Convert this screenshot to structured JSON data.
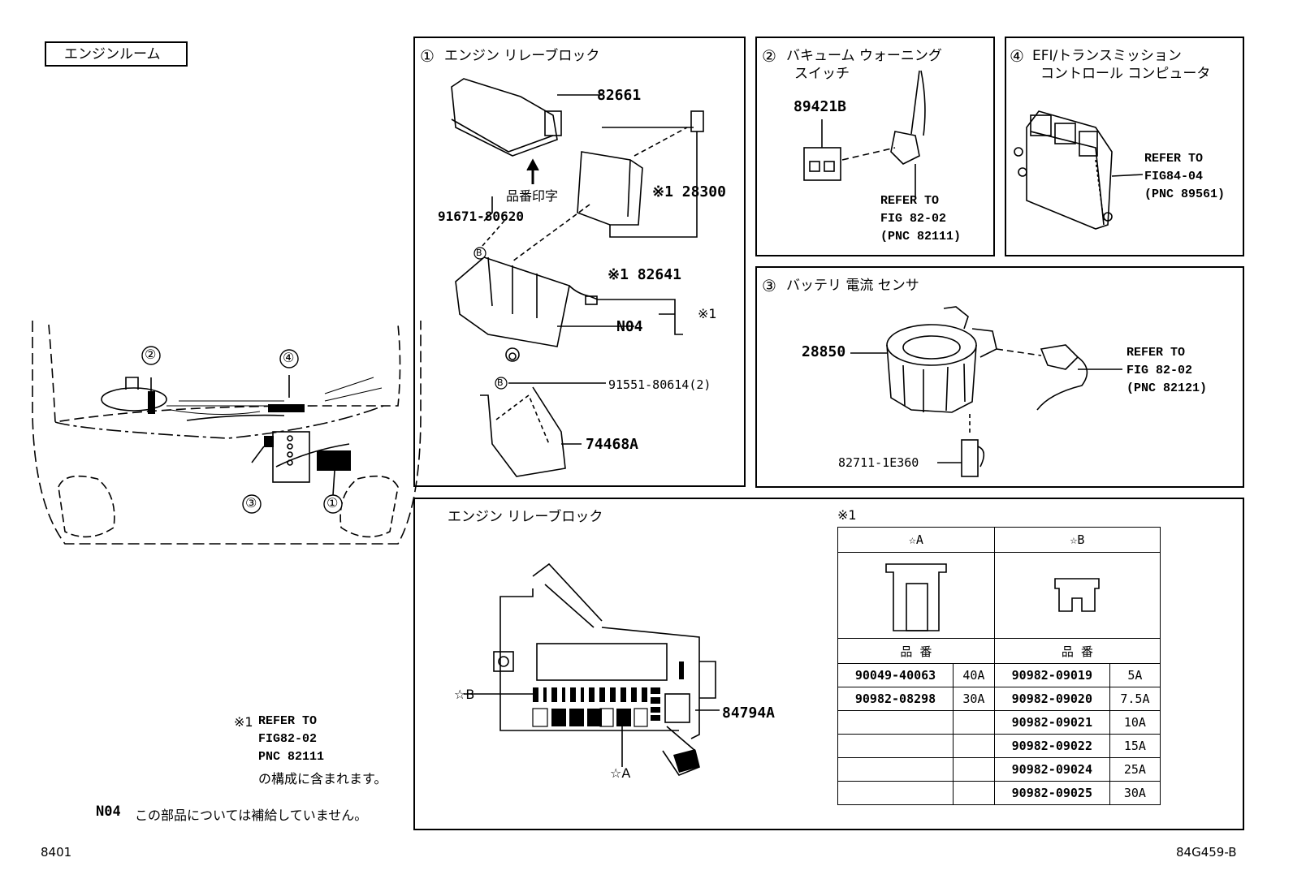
{
  "header_label": "エンジンルーム",
  "footer": {
    "left": "8401",
    "right": "84G459-B"
  },
  "callout_numbers": {
    "n1": "①",
    "n2": "②",
    "n3": "③",
    "n4": "④"
  },
  "panel1": {
    "num": "①",
    "title": "エンジン リレーブロック",
    "labels": {
      "p82661": "82661",
      "print_mark": "品番印字",
      "p28300": "※1 28300",
      "p91671": "91671-80620",
      "p82641": "※1 82641",
      "n04": "N04",
      "mark1": "※1",
      "p91551": "91551-80614(2)",
      "p74468": "74468A",
      "b1": "B",
      "b2": "B"
    }
  },
  "panel2": {
    "num": "②",
    "title_line1": "バキューム ウォーニング",
    "title_line2": "スイッチ",
    "p89421": "89421B",
    "ref": "REFER TO\nFIG 82-02\n(PNC 82111)"
  },
  "panel4": {
    "num": "④",
    "title_line1": "EFI/トランスミッション",
    "title_line2": "コントロール コンピュータ",
    "ref": "REFER TO\nFIG84-04\n(PNC 89561)"
  },
  "panel3": {
    "num": "③",
    "title": "バッテリ 電流 センサ",
    "p28850": "28850",
    "p82711": "82711-1E360",
    "ref": "REFER TO\nFIG 82-02\n(PNC 82121)"
  },
  "panel5": {
    "title": "エンジン リレーブロック",
    "p84794": "84794A",
    "starB": "☆B",
    "starA": "☆A",
    "table_mark": "※1",
    "col_a": "☆A",
    "col_b": "☆B",
    "part_no_a": "品 番",
    "part_no_b": "品 番",
    "rows": [
      {
        "a_pn": "90049-40063",
        "a_amp": "40A",
        "b_pn": "90982-09019",
        "b_amp": "5A"
      },
      {
        "a_pn": "90982-08298",
        "a_amp": "30A",
        "b_pn": "90982-09020",
        "b_amp": "7.5A"
      },
      {
        "a_pn": "",
        "a_amp": "",
        "b_pn": "90982-09021",
        "b_amp": "10A"
      },
      {
        "a_pn": "",
        "a_amp": "",
        "b_pn": "90982-09022",
        "b_amp": "15A"
      },
      {
        "a_pn": "",
        "a_amp": "",
        "b_pn": "90982-09024",
        "b_amp": "25A"
      },
      {
        "a_pn": "",
        "a_amp": "",
        "b_pn": "90982-09025",
        "b_amp": "30A"
      }
    ]
  },
  "notes": {
    "mark": "※1",
    "ref1": "REFER TO",
    "ref2": "FIG82-02",
    "ref3": "PNC 82111",
    "ref4": "の構成に含まれます。",
    "n04": "N04",
    "n04_text": "この部品については補給していません。"
  }
}
